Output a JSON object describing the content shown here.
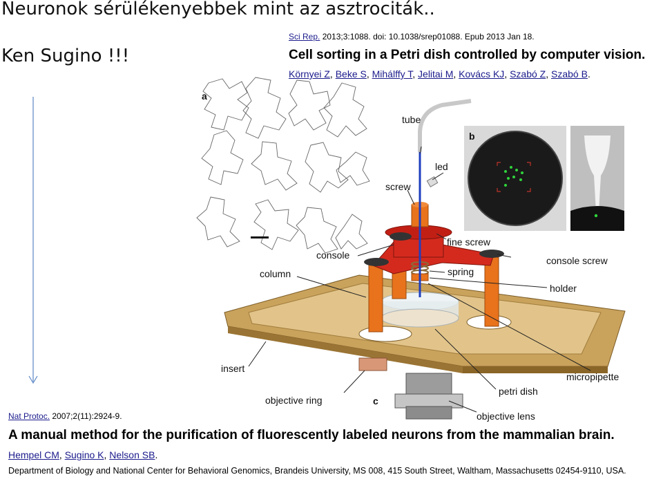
{
  "slide": {
    "title": "Neuronok sérülékenyebbek mint az asztrociták..",
    "subtitle": "Ken Sugino !!!"
  },
  "top_reference": {
    "journal": "Sci Rep.",
    "citation": "2013;3:1088. doi: 10.1038/srep01088. Epub 2013 Jan 18.",
    "title": "Cell sorting in a Petri dish controlled by computer vision.",
    "authors": [
      "Környei Z",
      "Beke S",
      "Mihálffy T",
      "Jelitai M",
      "Kovács KJ",
      "Szabó Z",
      "Szabó B"
    ]
  },
  "figure": {
    "panels": {
      "a": "a",
      "b": "b",
      "c": "c"
    },
    "labels": {
      "tube": "tube",
      "led": "led",
      "screw": "screw",
      "fine_screw": "fine screw",
      "console": "console",
      "console_screw": "console screw",
      "column": "column",
      "spring": "spring",
      "holder": "holder",
      "insert": "insert",
      "micropipette": "micropipette",
      "petri_dish": "petri dish",
      "objective_ring": "objective ring",
      "objective_lens": "objective lens"
    }
  },
  "bottom_reference": {
    "journal": "Nat Protoc.",
    "citation": "2007;2(11):2924-9.",
    "title": "A manual method for the purification of fluorescently labeled neurons from the mammalian brain.",
    "authors": [
      "Hempel CM",
      "Sugino K",
      "Nelson SB"
    ],
    "affiliation": "Department of Biology and National Center for Behavioral Genomics, Brandeis University, MS 008, 415 South Street, Waltham, Massachusetts 02454-9110, USA."
  },
  "colors": {
    "arrow": "#5b86c5",
    "link": "#1a1a8c",
    "plate": "#c9a25c",
    "orange": "#e8731c",
    "red": "#d42a1e"
  }
}
